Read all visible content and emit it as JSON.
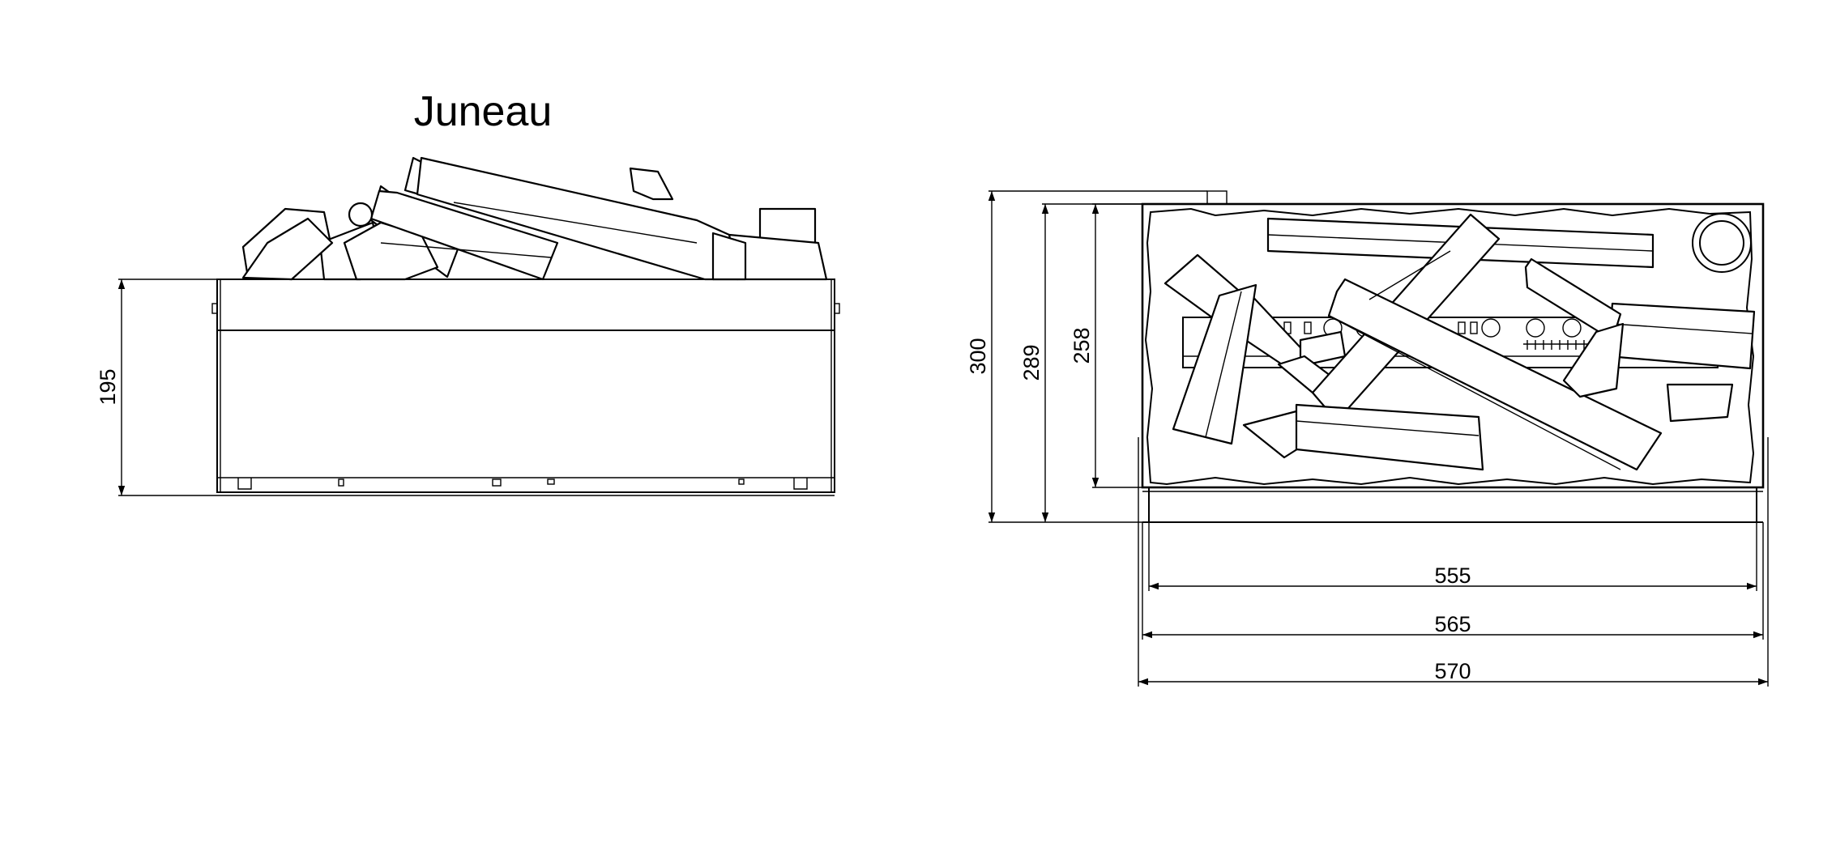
{
  "title": "Juneau",
  "dimensions": {
    "side_height": "195",
    "overall_height": "300",
    "frame_height": "289",
    "inner_height": "258",
    "width_inner": "555",
    "width_frame": "565",
    "width_overall": "570"
  }
}
